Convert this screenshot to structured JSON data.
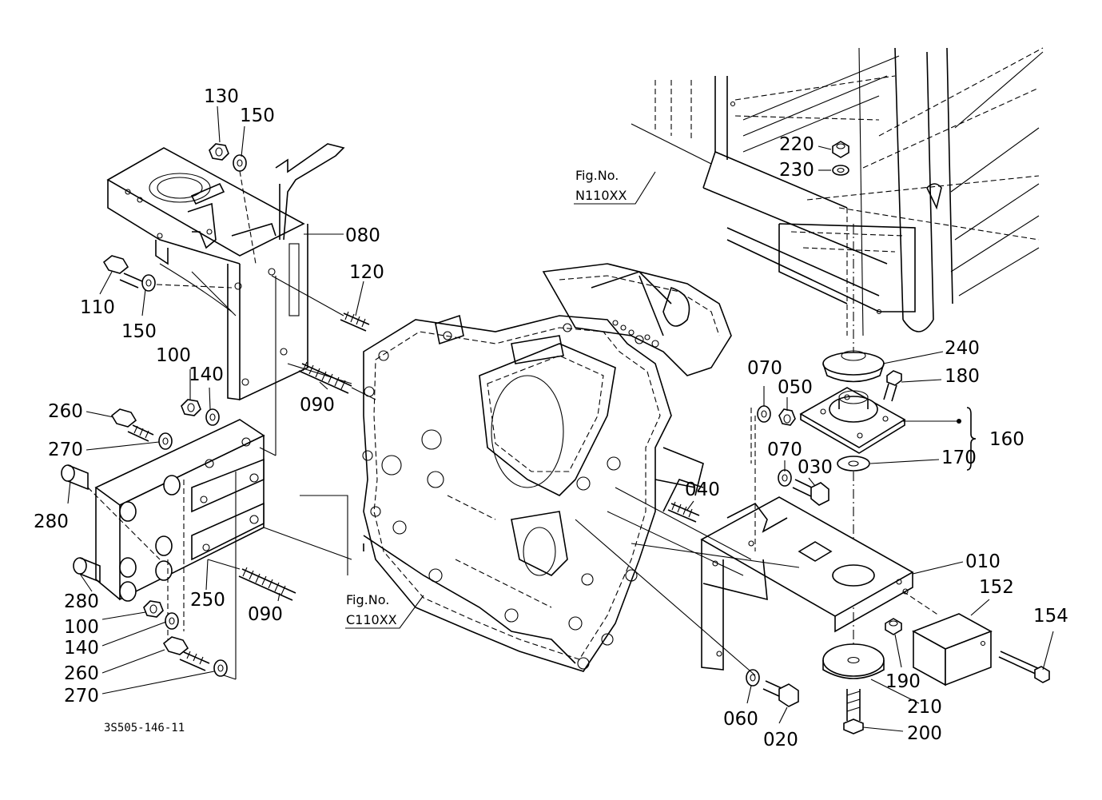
{
  "labels": [
    {
      "id": "p130",
      "text": "130"
    },
    {
      "id": "p150a",
      "text": "150"
    },
    {
      "id": "p080",
      "text": "080"
    },
    {
      "id": "p110",
      "text": "110"
    },
    {
      "id": "p150b",
      "text": "150"
    },
    {
      "id": "p120",
      "text": "120"
    },
    {
      "id": "p100a",
      "text": "100"
    },
    {
      "id": "p140a",
      "text": "140"
    },
    {
      "id": "p090a",
      "text": "090"
    },
    {
      "id": "p260a",
      "text": "260"
    },
    {
      "id": "p270a",
      "text": "270"
    },
    {
      "id": "p280a",
      "text": "280"
    },
    {
      "id": "p280b",
      "text": "280"
    },
    {
      "id": "p100b",
      "text": "100"
    },
    {
      "id": "p140b",
      "text": "140"
    },
    {
      "id": "p250",
      "text": "250"
    },
    {
      "id": "p090b",
      "text": "090"
    },
    {
      "id": "p260b",
      "text": "260"
    },
    {
      "id": "p270b",
      "text": "270"
    },
    {
      "id": "p220",
      "text": "220"
    },
    {
      "id": "p230",
      "text": "230"
    },
    {
      "id": "p240",
      "text": "240"
    },
    {
      "id": "p180",
      "text": "180"
    },
    {
      "id": "p070a",
      "text": "070"
    },
    {
      "id": "p050",
      "text": "050"
    },
    {
      "id": "p160",
      "text": "160"
    },
    {
      "id": "p070b",
      "text": "070"
    },
    {
      "id": "p030",
      "text": "030"
    },
    {
      "id": "p170",
      "text": "170"
    },
    {
      "id": "p040",
      "text": "040"
    },
    {
      "id": "p010",
      "text": "010"
    },
    {
      "id": "p152",
      "text": "152"
    },
    {
      "id": "p154",
      "text": "154"
    },
    {
      "id": "p190",
      "text": "190"
    },
    {
      "id": "p210",
      "text": "210"
    },
    {
      "id": "p200",
      "text": "200"
    },
    {
      "id": "p060",
      "text": "060"
    },
    {
      "id": "p020",
      "text": "020"
    }
  ],
  "figure_refs": {
    "top": {
      "line1": "Fig.No.",
      "line2": "N110XX"
    },
    "center": {
      "line1": "Fig.No.",
      "line2": "C110XX"
    }
  },
  "drawing_code": "3S505-146-11"
}
